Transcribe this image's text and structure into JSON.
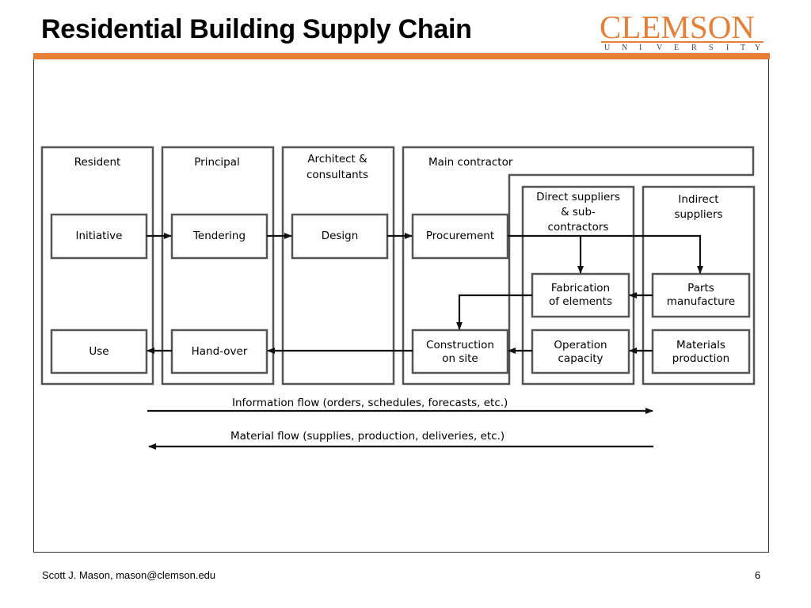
{
  "slide": {
    "title": "Residential Building Supply Chain",
    "footer_author": "Scott J. Mason, mason@clemson.edu",
    "page_number": "6",
    "accent_color": "#e67e35"
  },
  "logo": {
    "word": "CLEMSON",
    "sub": [
      "U",
      "N",
      "I",
      "V",
      "E",
      "R",
      "S",
      "I",
      "T",
      "Y"
    ],
    "color": "#e4803a"
  },
  "diagram": {
    "columns": {
      "resident": "Resident",
      "principal": "Principal",
      "architect_line1": "Architect &",
      "architect_line2": "consultants",
      "main_contractor": "Main contractor",
      "direct_line1": "Direct suppliers",
      "direct_line2": "& sub-",
      "direct_line3": "contractors",
      "indirect_line1": "Indirect",
      "indirect_line2": "suppliers"
    },
    "boxes": {
      "initiative": "Initiative",
      "tendering": "Tendering",
      "design": "Design",
      "procurement": "Procurement",
      "fabrication_line1": "Fabrication",
      "fabrication_line2": "of elements",
      "parts_line1": "Parts",
      "parts_line2": "manufacture",
      "use": "Use",
      "handover": "Hand-over",
      "construction_line1": "Construction",
      "construction_line2": "on site",
      "operation_line1": "Operation",
      "operation_line2": "capacity",
      "materials_line1": "Materials",
      "materials_line2": "production"
    },
    "legend": {
      "information_flow": "Information flow (orders, schedules, forecasts, etc.)",
      "material_flow": "Material flow (supplies, production, deliveries, etc.)"
    }
  }
}
